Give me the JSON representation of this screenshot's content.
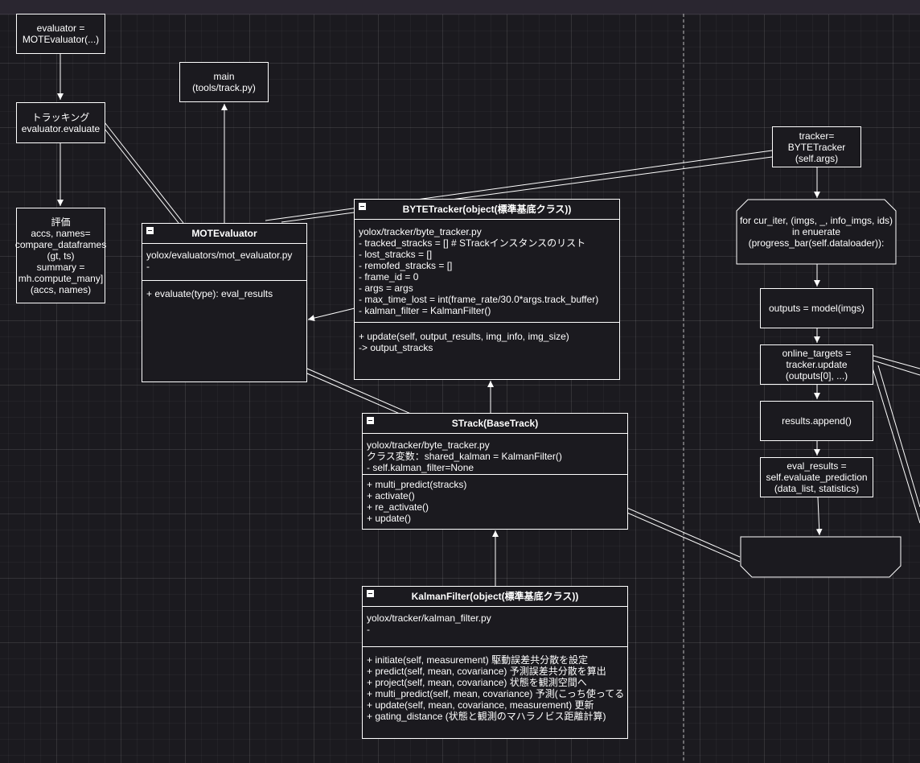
{
  "boxes": {
    "evaluator_init": [
      "evaluator =",
      "MOTEvaluator(...)"
    ],
    "main": [
      "main",
      "(tools/track.py)"
    ],
    "tracking": [
      "トラッキング",
      "evaluator.evaluate"
    ],
    "hyouka": [
      "評価",
      "accs, names=",
      "compare_dataframes",
      "(gt, ts)",
      "summary =",
      "mh.compute_many]",
      "(accs, names)"
    ],
    "tracker_init": [
      "tracker=",
      "BYTETracker",
      "(self.args)"
    ],
    "loop": [
      "for cur_iter, (imgs, _, info_imgs, ids)",
      "in enuerate",
      "(progress_bar(self.dataloader)):"
    ],
    "outputs": [
      "outputs = model(imgs)"
    ],
    "online_targets": [
      "online_targets =",
      "tracker.update",
      "(outputs[0], ...)"
    ],
    "results_append": [
      "results.append()"
    ],
    "eval_results": [
      "eval_results =",
      "self.evaluate_prediction",
      "(data_list, statistics)"
    ]
  },
  "classes": {
    "mot": {
      "title": "MOTEvaluator",
      "attrs": [
        "yolox/evaluators/mot_evaluator.py",
        "-"
      ],
      "methods": [
        "+ evaluate(type): eval_results"
      ]
    },
    "byte": {
      "title": "BYTETracker(object(標準基底クラス))",
      "attrs": [
        "yolox/tracker/byte_tracker.py",
        "- tracked_stracks = [] # STrackインスタンスのリスト",
        "- lost_stracks = []",
        "- remofed_stracks = []",
        "- frame_id = 0",
        "- args = args",
        "- max_time_lost = int(frame_rate/30.0*args.track_buffer)",
        "- kalman_filter = KalmanFilter()"
      ],
      "methods": [
        "+ update(self, output_results, img_info, img_size)",
        "  -> output_stracks"
      ]
    },
    "strack": {
      "title": "STrack(BaseTrack)",
      "attrs": [
        "yolox/tracker/byte_tracker.py",
        "クラス変数：shared_kalman = KalmanFilter()",
        "- self.kalman_filter=None"
      ],
      "methods": [
        "+ multi_predict(stracks)",
        "+ activate()",
        "+ re_activate()",
        "+ update()"
      ]
    },
    "kalman": {
      "title": "KalmanFilter(object(標準基底クラス))",
      "attrs": [
        "yolox/tracker/kalman_filter.py",
        "-"
      ],
      "methods": [
        "+ initiate(self, measurement) 駆動誤差共分散を設定",
        "+ predict(self, mean, covariance) 予測誤差共分散を算出",
        "+ project(self, mean, covariance) 状態を観測空間へ",
        "+ multi_predict(self, mean, covariance) 予測(こっち使ってる",
        "+ update(self, mean, covariance, measurement) 更新",
        "+ gating_distance (状態と観測のマハラノビス距離計算)"
      ]
    }
  }
}
